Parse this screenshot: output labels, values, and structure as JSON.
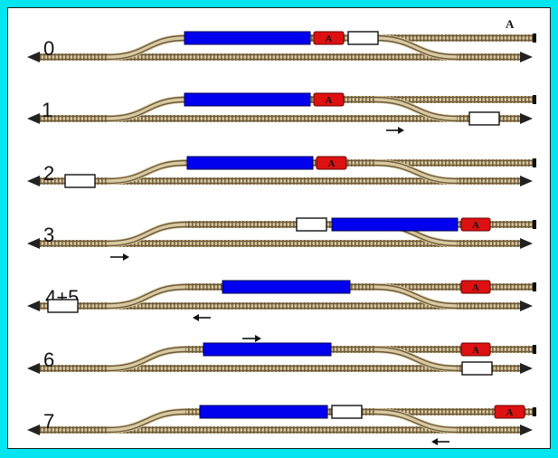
{
  "colors": {
    "background": "#00e5f0",
    "track": "#6b5a3c",
    "rail": "#8a7650",
    "tie": "#c9b58a",
    "blue_train": "#0000ee",
    "red_engine": "#dd1111",
    "white_car": "#ffffff",
    "arrow": "#111111"
  },
  "corner_letter": "A",
  "engine_letter": "A",
  "steps": [
    {
      "label": "0"
    },
    {
      "label": "1"
    },
    {
      "label": "2"
    },
    {
      "label": "3"
    },
    {
      "label": "4+5"
    },
    {
      "label": "6"
    },
    {
      "label": "7"
    }
  ]
}
